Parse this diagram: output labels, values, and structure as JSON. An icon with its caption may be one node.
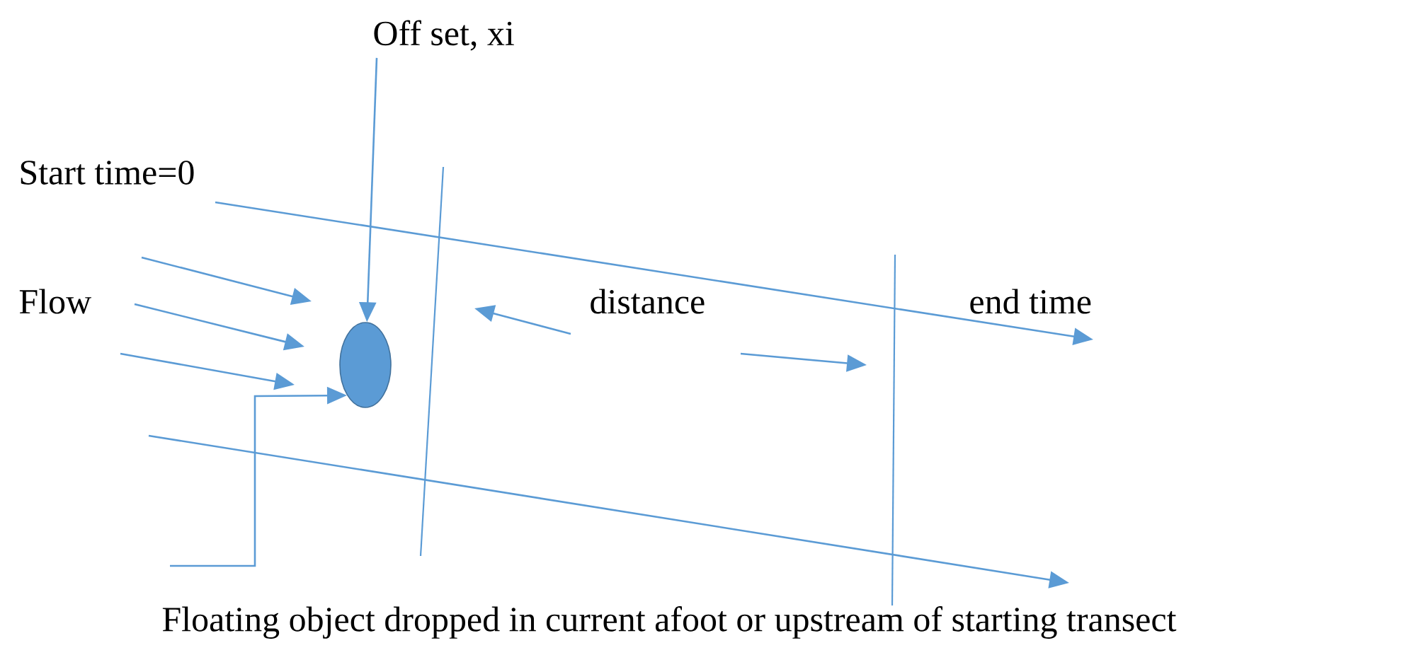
{
  "diagram": {
    "nodes": [
      {
        "text": [
          "Off set, xi"
        ]
      },
      {
        "text": [],
        "shape": "ellipse"
      }
    ],
    "edges": [
      {
        "from": 0,
        "to": 1,
        "arrow": "to"
      },
      {
        "from": null,
        "to": 1,
        "arrow": "to"
      }
    ],
    "labels": [
      "Start time=0",
      "Flow",
      "distance",
      "end time",
      "Floating object dropped in current afoot or upstream of starting transect"
    ]
  }
}
